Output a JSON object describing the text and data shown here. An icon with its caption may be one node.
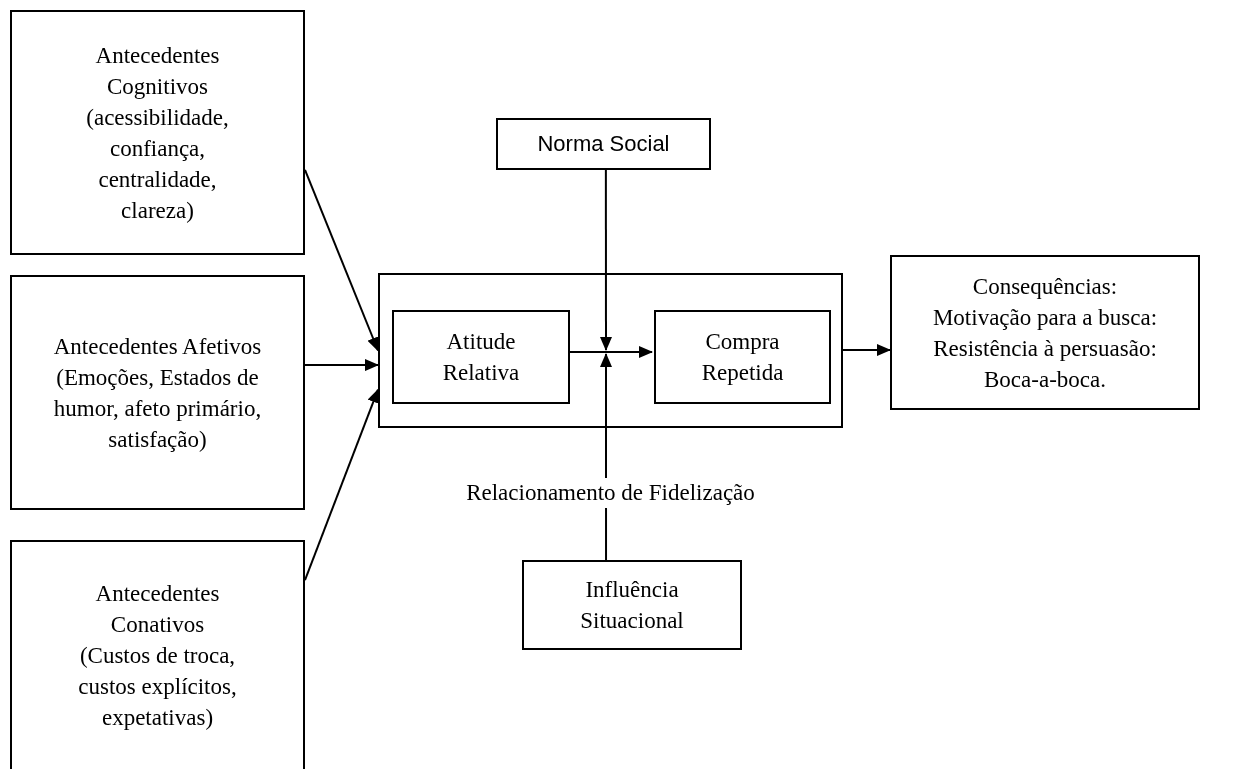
{
  "diagram": {
    "nodes": [
      {
        "text": [
          "Antecedentes Cognitivos",
          "(acessibilidade, confiança, centralidade, clareza)"
        ]
      },
      {
        "text": [
          "Antecedentes Afetivos",
          "(Emoções, Estados de humor, afeto primário, satisfação)"
        ]
      },
      {
        "text": [
          "Antecedentes Conativos",
          "(Custos de troca, custos explícitos, expetativas)"
        ]
      },
      {
        "text": [
          "Norma Social"
        ]
      },
      {
        "text": [],
        "shape": "box",
        "beside": [
          "Relacionamento de Fidelização"
        ]
      },
      {
        "text": [
          "Atitude Relativa"
        ],
        "in": 4
      },
      {
        "text": [
          "Compra Repetida"
        ],
        "in": 4
      },
      {
        "text": [
          "Consequências: Motivação para a busca: Resistência à persuasão: Boca-a-boca."
        ]
      },
      {
        "text": [
          "Influência Situacional"
        ]
      }
    ],
    "edges": [
      {
        "from": 0,
        "to": 4,
        "arrow": "to"
      },
      {
        "from": 1,
        "to": 4,
        "arrow": "to"
      },
      {
        "from": 2,
        "to": 4,
        "arrow": "to"
      },
      {
        "from": 5,
        "to": 6,
        "arrow": "to"
      },
      {
        "from": 3,
        "to": null,
        "arrow": "to"
      },
      {
        "from": 8,
        "to": null,
        "arrow": "to"
      },
      {
        "from": 4,
        "to": 7,
        "arrow": "to"
      }
    ]
  }
}
